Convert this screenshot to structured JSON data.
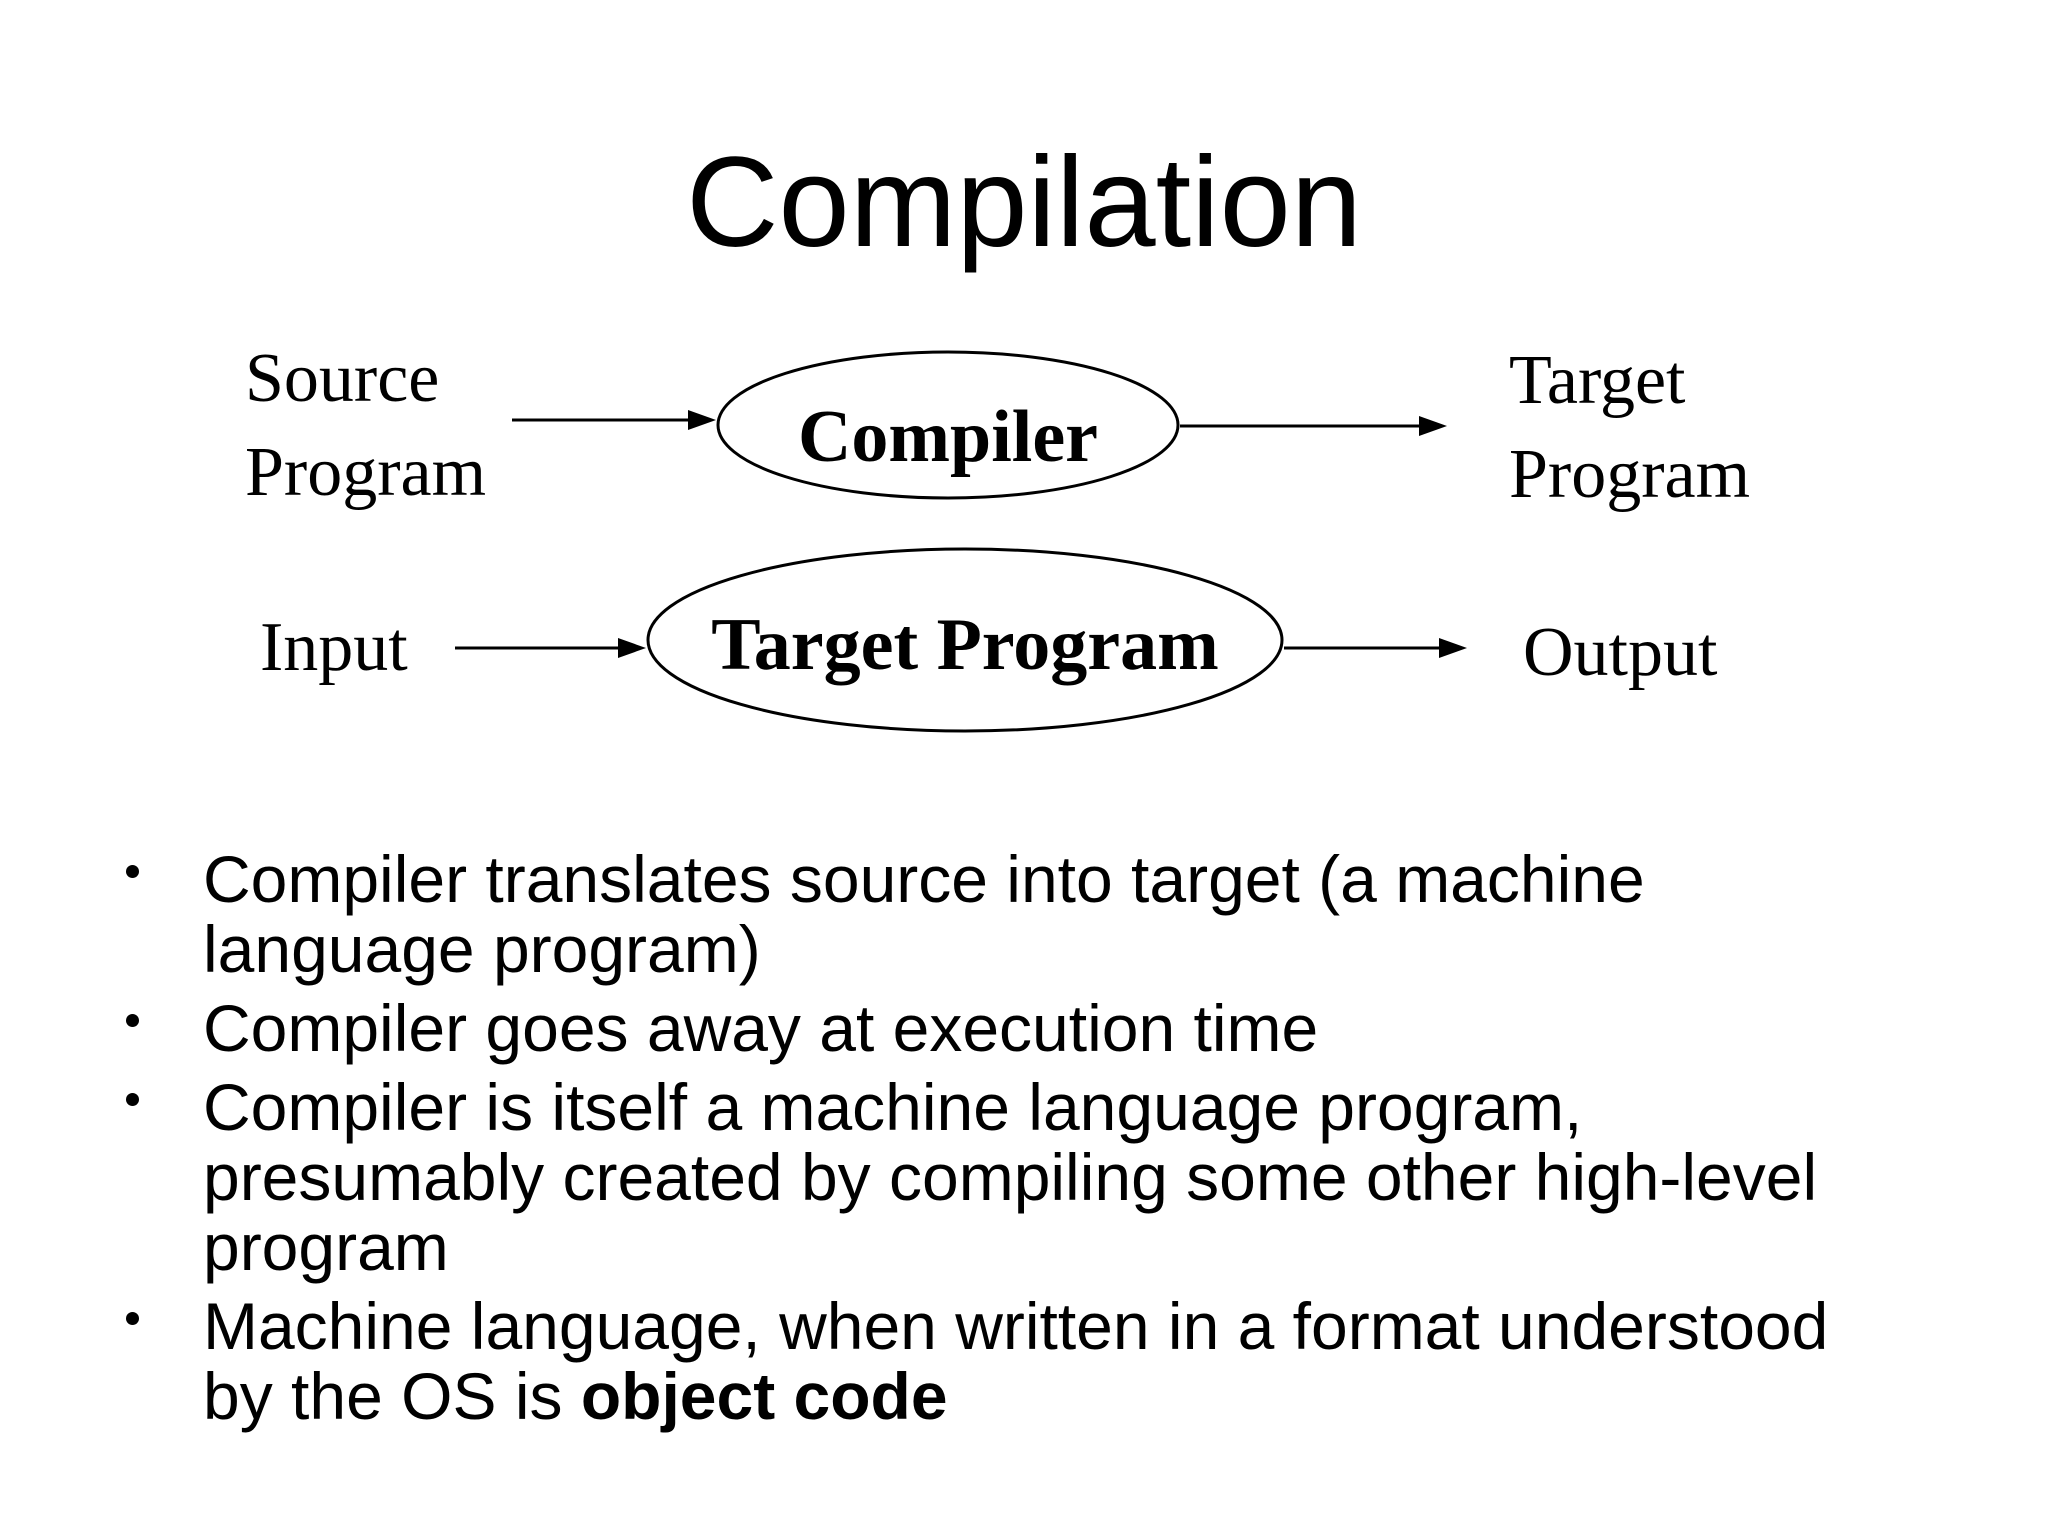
{
  "title": "Compilation",
  "diagram": {
    "row1": {
      "left_label": "Source\nProgram",
      "ellipse_label": "Compiler",
      "right_label": "Target\nProgram"
    },
    "row2": {
      "left_label": "Input",
      "ellipse_label": "Target Program",
      "right_label": "Output"
    }
  },
  "bullets": [
    {
      "text": "Compiler translates source into target (a machine\nlanguage program)"
    },
    {
      "text": "Compiler goes away at execution time"
    },
    {
      "text": "Compiler is itself a machine language program,\npresumably created by compiling some other high-level\nprogram"
    },
    {
      "text": "Machine language, when written in a format understood\nby the OS is ",
      "bold_text": "object code"
    }
  ]
}
